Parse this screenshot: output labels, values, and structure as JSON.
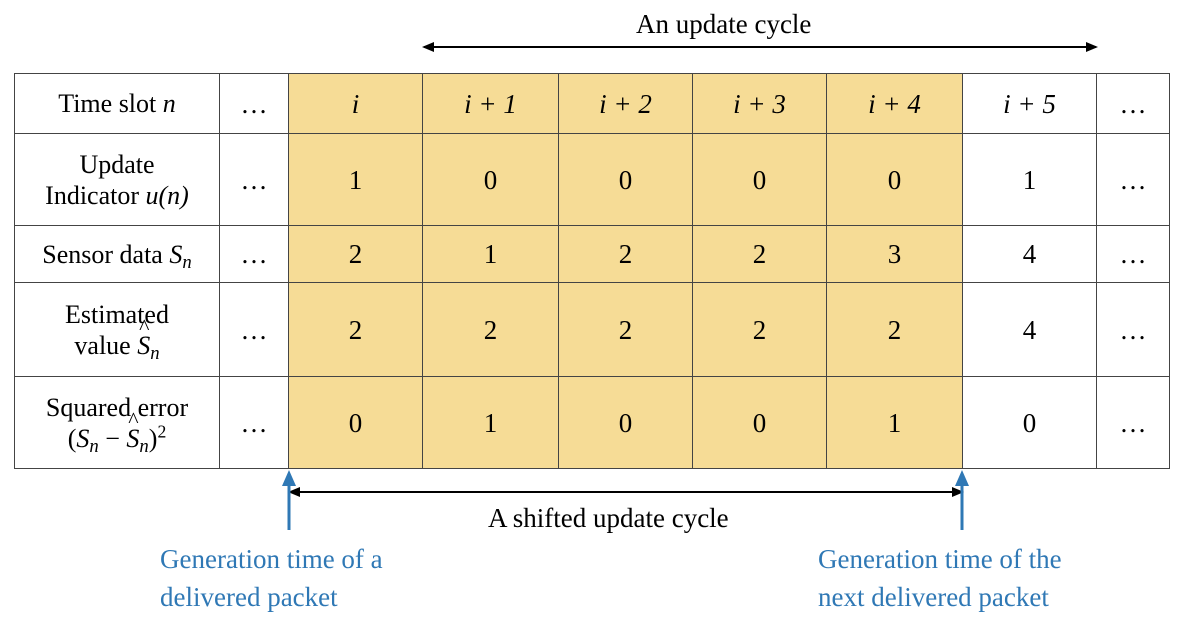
{
  "top_label": "An update cycle",
  "bottom_label": "A shifted update cycle",
  "left_annotation": [
    "Generation time of a",
    "delivered packet"
  ],
  "right_annotation": [
    "Generation time of the",
    "next delivered packet"
  ],
  "colors": {
    "highlight": "#f6dc96",
    "annotation": "#2f78b5",
    "border": "#444444"
  },
  "table": {
    "header": {
      "label": "Time slot",
      "var": "n",
      "cells": [
        "…",
        "i",
        "i + 1",
        "i + 2",
        "i + 3",
        "i + 4",
        "i + 5",
        "…"
      ]
    },
    "rows": [
      {
        "label_line1": "Update",
        "label_line2": "Indicator",
        "label_var": "u(n)",
        "cells": [
          "…",
          "1",
          "0",
          "0",
          "0",
          "0",
          "1",
          "…"
        ]
      },
      {
        "label": "Sensor data",
        "label_var": "S",
        "label_sub": "n",
        "cells": [
          "…",
          "2",
          "1",
          "2",
          "2",
          "3",
          "4",
          "…"
        ]
      },
      {
        "label_line1": "Estimated",
        "label_line2": "value",
        "label_var": "S",
        "label_sub": "n",
        "cells": [
          "…",
          "2",
          "2",
          "2",
          "2",
          "2",
          "4",
          "…"
        ]
      },
      {
        "label_line1": "Squared error",
        "label_open": "(",
        "label_var": "S",
        "label_sub": "n",
        "label_minus": " − ",
        "label_var2": "S",
        "label_sub2": "n",
        "label_close": ")",
        "label_sup": "2",
        "cells": [
          "…",
          "0",
          "1",
          "0",
          "0",
          "1",
          "0",
          "…"
        ]
      }
    ]
  }
}
